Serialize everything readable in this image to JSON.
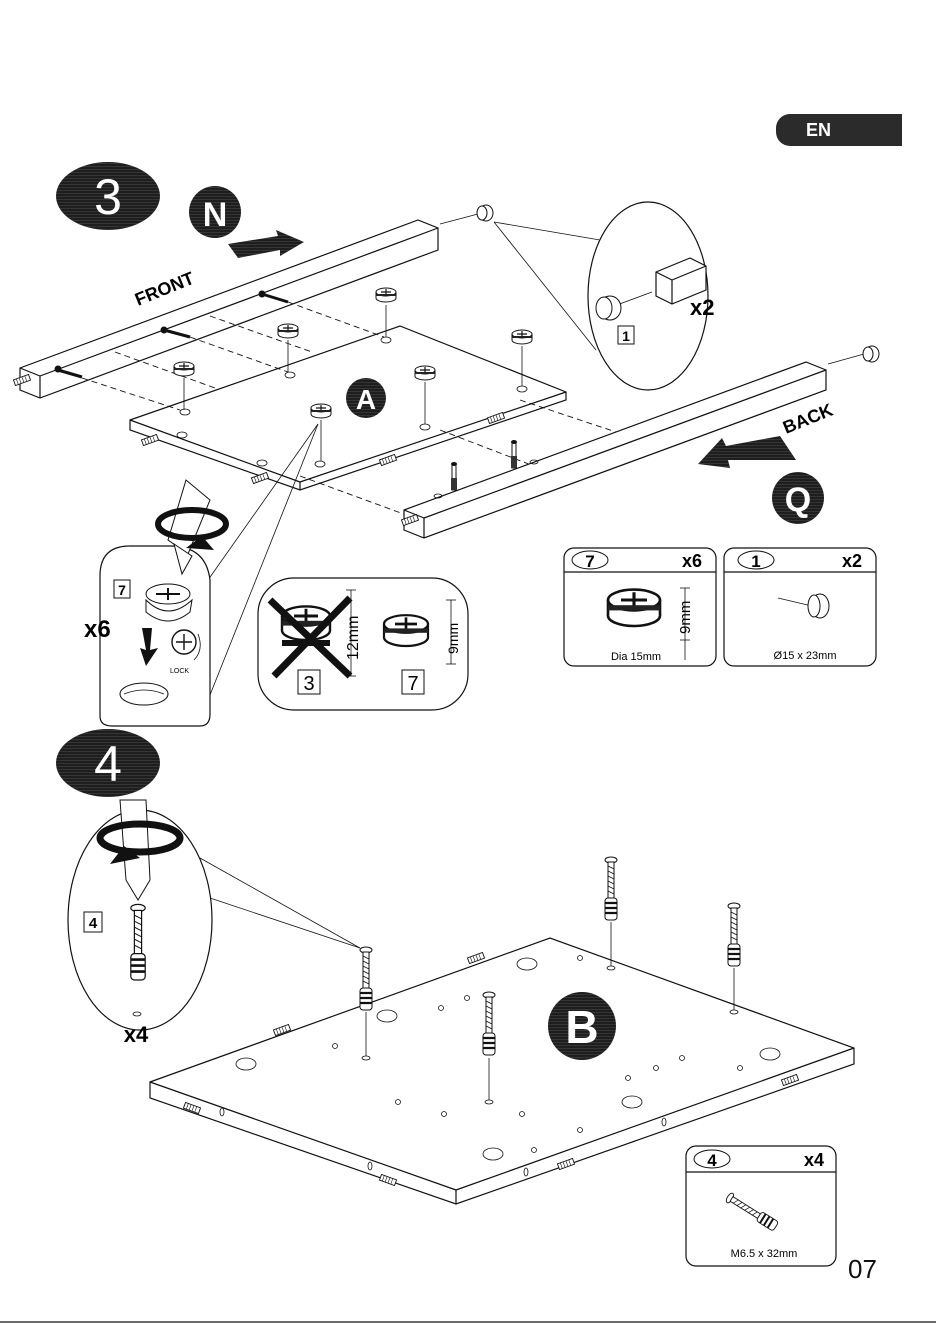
{
  "language": "EN",
  "page_number": "07",
  "step3": {
    "step_number": "3",
    "panels": {
      "n": "N",
      "a": "A",
      "q": "Q"
    },
    "labels": {
      "front": "FRONT",
      "back": "BACK"
    },
    "peg_callout": {
      "qty": "x2",
      "part": "1"
    },
    "cam_callout": {
      "part": "7",
      "qty": "x6",
      "lock": "LOCK"
    },
    "compare": {
      "wrong_size": "12mm",
      "wrong_part": "3",
      "right_size": "9mm",
      "right_part": "7"
    },
    "part7_card": {
      "part": "7",
      "qty": "x6",
      "height": "9mm",
      "spec": "Dia 15mm"
    },
    "part1_card": {
      "part": "1",
      "qty": "x2",
      "spec": "Ø15 x 23mm"
    }
  },
  "step4": {
    "step_number": "4",
    "panel": "B",
    "bolt_callout": {
      "part": "4",
      "qty": "x4"
    },
    "part4_card": {
      "part": "4",
      "qty": "x4",
      "spec": "M6.5 x 32mm"
    }
  }
}
